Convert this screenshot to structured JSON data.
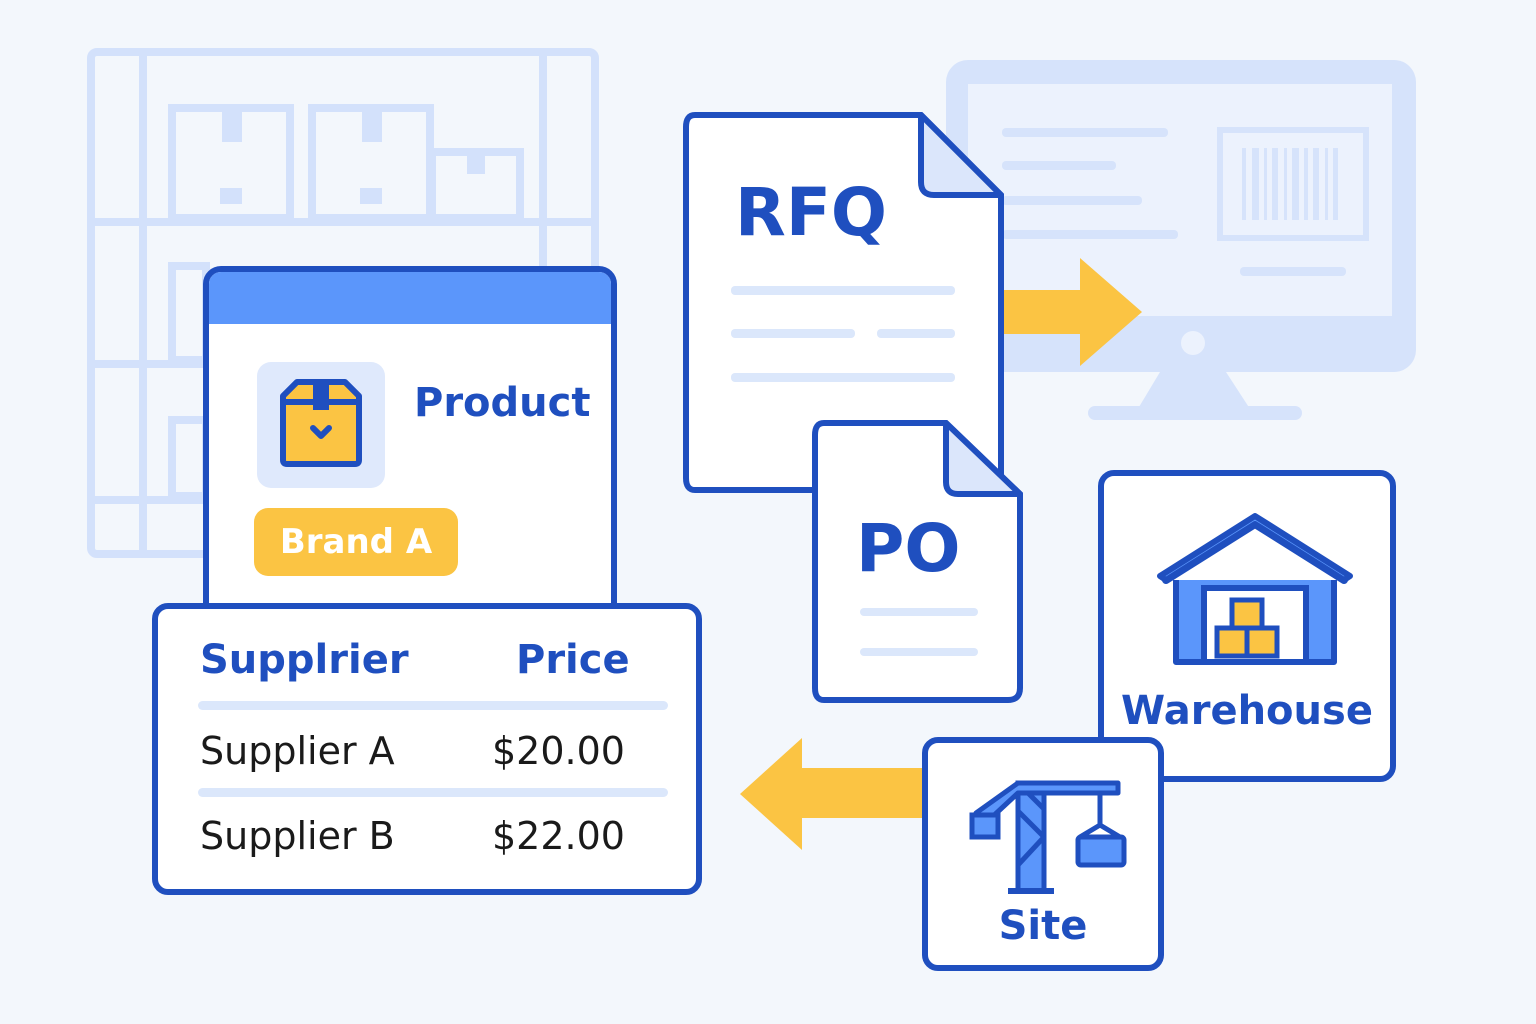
{
  "product": {
    "title": "Product",
    "brand": "Brand A"
  },
  "supplier_table": {
    "columns": [
      "Supplrier",
      "Price"
    ],
    "rows": [
      {
        "supplier": "Supplier A",
        "price": "$20.00"
      },
      {
        "supplier": "Supplier B",
        "price": "$22.00"
      }
    ]
  },
  "documents": {
    "rfq": "RFQ",
    "po": "PO"
  },
  "locations": {
    "warehouse": "Warehouse",
    "site": "Site"
  },
  "colors": {
    "primary": "#1f4fbf",
    "accent": "#fbc443",
    "header": "#5b96fb",
    "faded": "#d6e3fb"
  },
  "icons": [
    "shelving-icon",
    "box-icon",
    "monitor-icon",
    "barcode-icon",
    "arrow-right-icon",
    "arrow-left-icon",
    "warehouse-icon",
    "crane-icon",
    "document-icon"
  ]
}
